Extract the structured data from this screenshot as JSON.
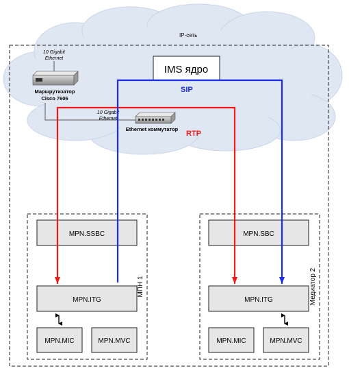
{
  "network": {
    "cloud_label": "IP-сеть",
    "ims_core": "IMS ядро",
    "router": {
      "name_line1": "Маршрутизатор",
      "name_line2": "Cisco 7606",
      "uplink_line1": "10 Gigabit",
      "uplink_line2": "Ethernet"
    },
    "link": {
      "line1": "10 Gigabit",
      "line2": "Ethernet"
    },
    "switch": {
      "name": "Ethernet коммутатор"
    },
    "sip_label": "SIP",
    "rtp_label": "RTP",
    "colors": {
      "sip": "#1a2cf0",
      "rtp": "#f01a1a",
      "cloud": "#dfe7f3",
      "box_fill": "#e6e6e6",
      "sip_text": "#1a2cf0",
      "rtp_text": "#f01a1a"
    }
  },
  "site1": {
    "name": "МПН 1",
    "sbc": "MPN.SSBC",
    "itg": "MPN.ITG",
    "mic": "MPN.MIC",
    "mvc": "MPN.MVC"
  },
  "site2": {
    "name": "Медиатор 2",
    "sbc": "MPN.SBC",
    "itg": "MPN.ITG",
    "mic": "MPN.MIC",
    "mvc": "MPN.MVC"
  }
}
